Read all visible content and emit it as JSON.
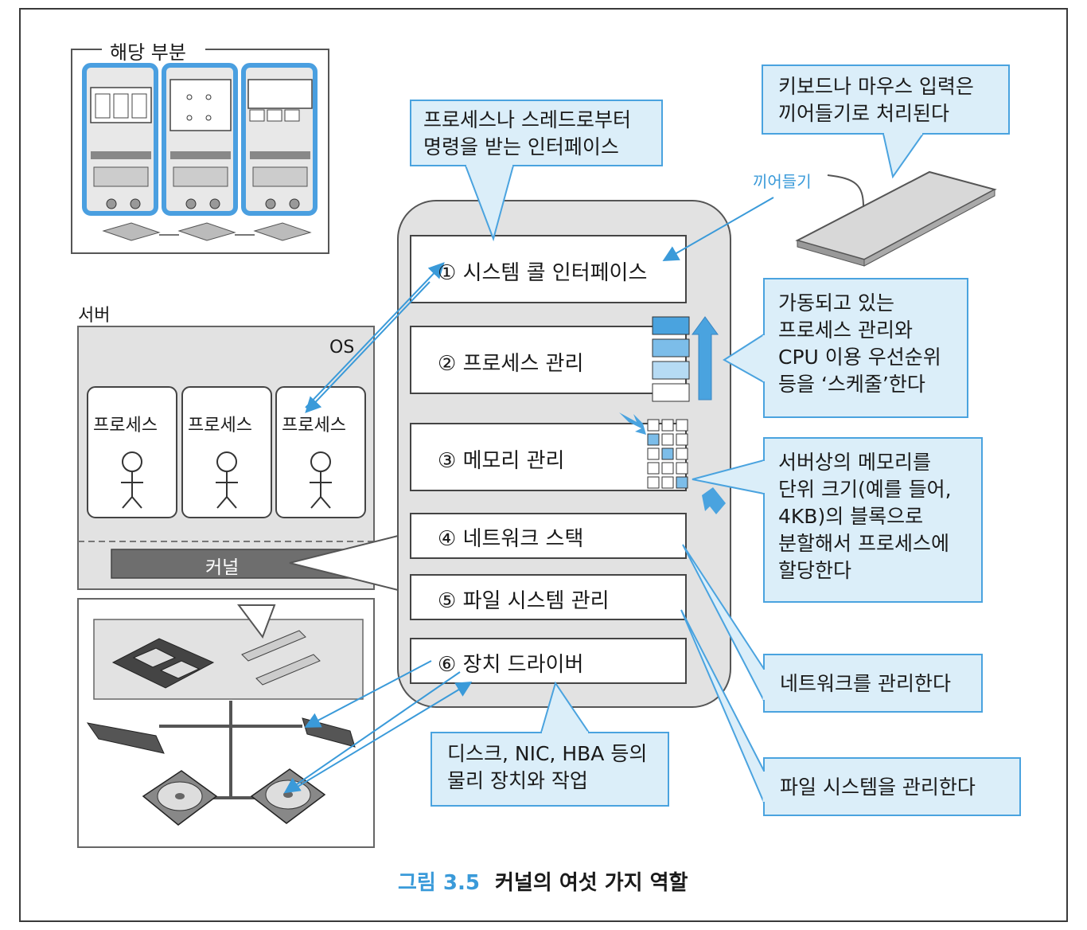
{
  "inset": {
    "label": "해당 부분"
  },
  "server": {
    "label": "서버",
    "os_label": "OS",
    "kernel_label": "커널",
    "process_label": "프로세스"
  },
  "kernel_roles": [
    "① 시스템 콜 인터페이스",
    "② 프로세스 관리",
    "③ 메모리 관리",
    "④ 네트워크 스택",
    "⑤ 파일 시스템 관리",
    "⑥ 장치 드라이버"
  ],
  "callouts": {
    "syscall_lines": [
      "프로세스나 스레드로부터",
      "명령을 받는 인터페이스"
    ],
    "keyboard_lines": [
      "키보드나 마우스 입력은",
      "끼어들기로 처리된다"
    ],
    "interrupt_label": "끼어들기",
    "scheduler_lines": [
      "가동되고 있는",
      "프로세스 관리와",
      "CPU 이용 우선순위",
      "등을 ‘스케줄’한다"
    ],
    "memory_lines": [
      "서버상의 메모리를",
      "단위 크기(예를 들어,",
      "4KB)의 블록으로",
      "분할해서 프로세스에",
      "할당한다"
    ],
    "network_text": "네트워크를 관리한다",
    "filesystem_text": "파일 시스템을 관리한다",
    "device_lines": [
      "디스크, NIC, HBA 등의",
      "물리 장치와 작업"
    ]
  },
  "caption": {
    "number": "그림 3.5",
    "title": "커널의 여섯 가지 역할"
  },
  "colors": {
    "accent": "#3a9ad9",
    "callout_fill": "#dbeef9",
    "callout_border": "#4aa3df",
    "panel_gray": "#e2e2e2",
    "kernel_bar": "#6e6e6e"
  }
}
